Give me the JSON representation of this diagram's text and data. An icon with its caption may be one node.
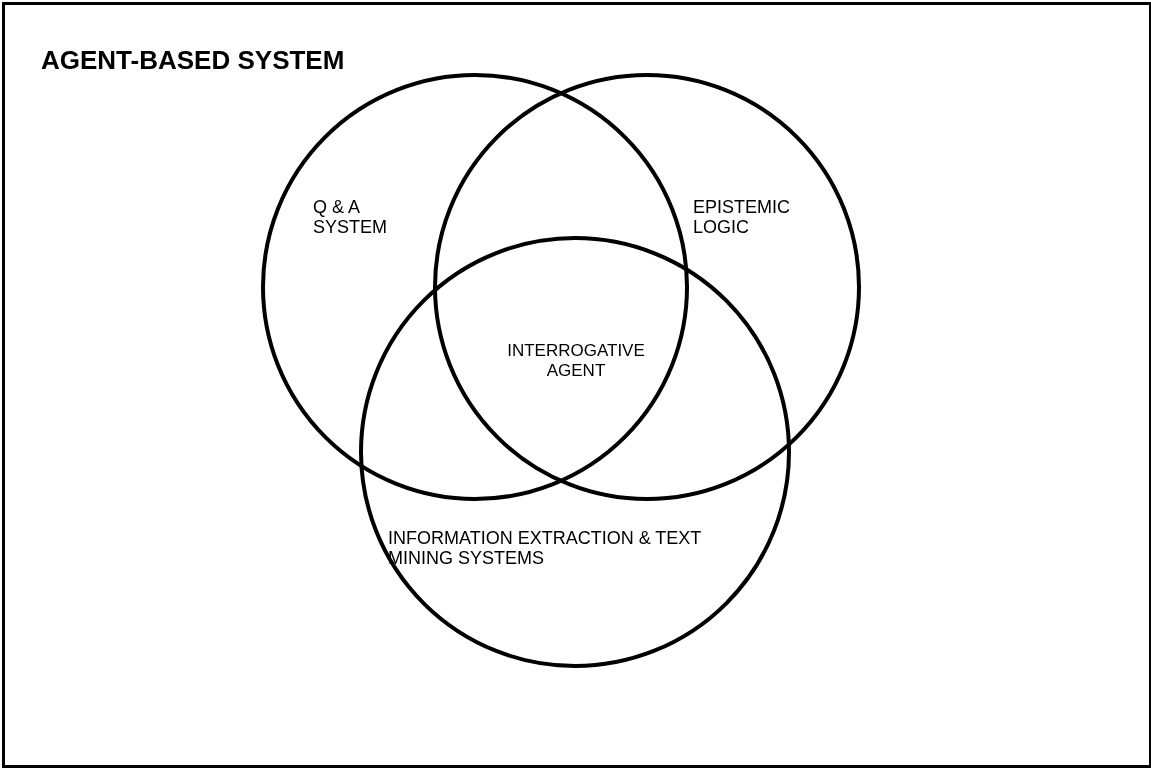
{
  "diagram": {
    "nodes": [
      {
        "text": [
          "AGENT-BASED SYSTEM"
        ]
      },
      {
        "text": [
          "Q & A SYSTEM"
        ],
        "in": 0
      },
      {
        "text": [
          "EPISTEMIC LOGIC"
        ],
        "in": 0
      },
      {
        "text": [
          "INFORMATION EXTRACTION & TEXT MINING SYSTEMS"
        ],
        "in": 0
      }
    ],
    "labels": [
      "INTERROGATIVE AGENT"
    ]
  }
}
